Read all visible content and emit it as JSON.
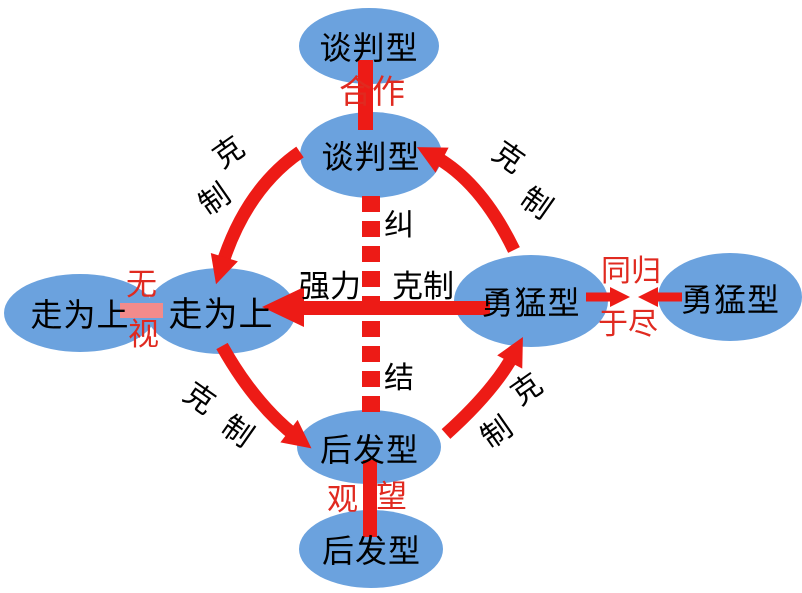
{
  "colors": {
    "node_fill": "#6ba2de",
    "arrow_red": "#ed1b16",
    "ignore_pink": "#f28b8b",
    "label_red": "#e02a20",
    "text_black": "#000000"
  },
  "nodes": {
    "negotiation_outer": "谈判型",
    "negotiation_inner": "谈判型",
    "retreat_outer": "走为上",
    "retreat_inner": "走为上",
    "brave_inner": "勇猛型",
    "brave_outer": "勇猛型",
    "latemover_inner": "后发型",
    "latemover_outer": "后发型"
  },
  "labels": {
    "cooperation": "合作",
    "ignore_char1": "无",
    "ignore_char2": "视",
    "mutual_line1": "同归",
    "mutual_line2": "于尽",
    "watch_char1": "观",
    "watch_char2": "望",
    "entangle_char1": "纠",
    "entangle_char2": "结",
    "strong_restrain_word1": "强力",
    "strong_restrain_word2": "克制",
    "restrain_arcs": [
      {
        "char1": "克",
        "char2": "制"
      },
      {
        "char1": "克",
        "char2": "制"
      },
      {
        "char1": "克",
        "char2": "制"
      },
      {
        "char1": "克",
        "char2": "制"
      }
    ]
  }
}
